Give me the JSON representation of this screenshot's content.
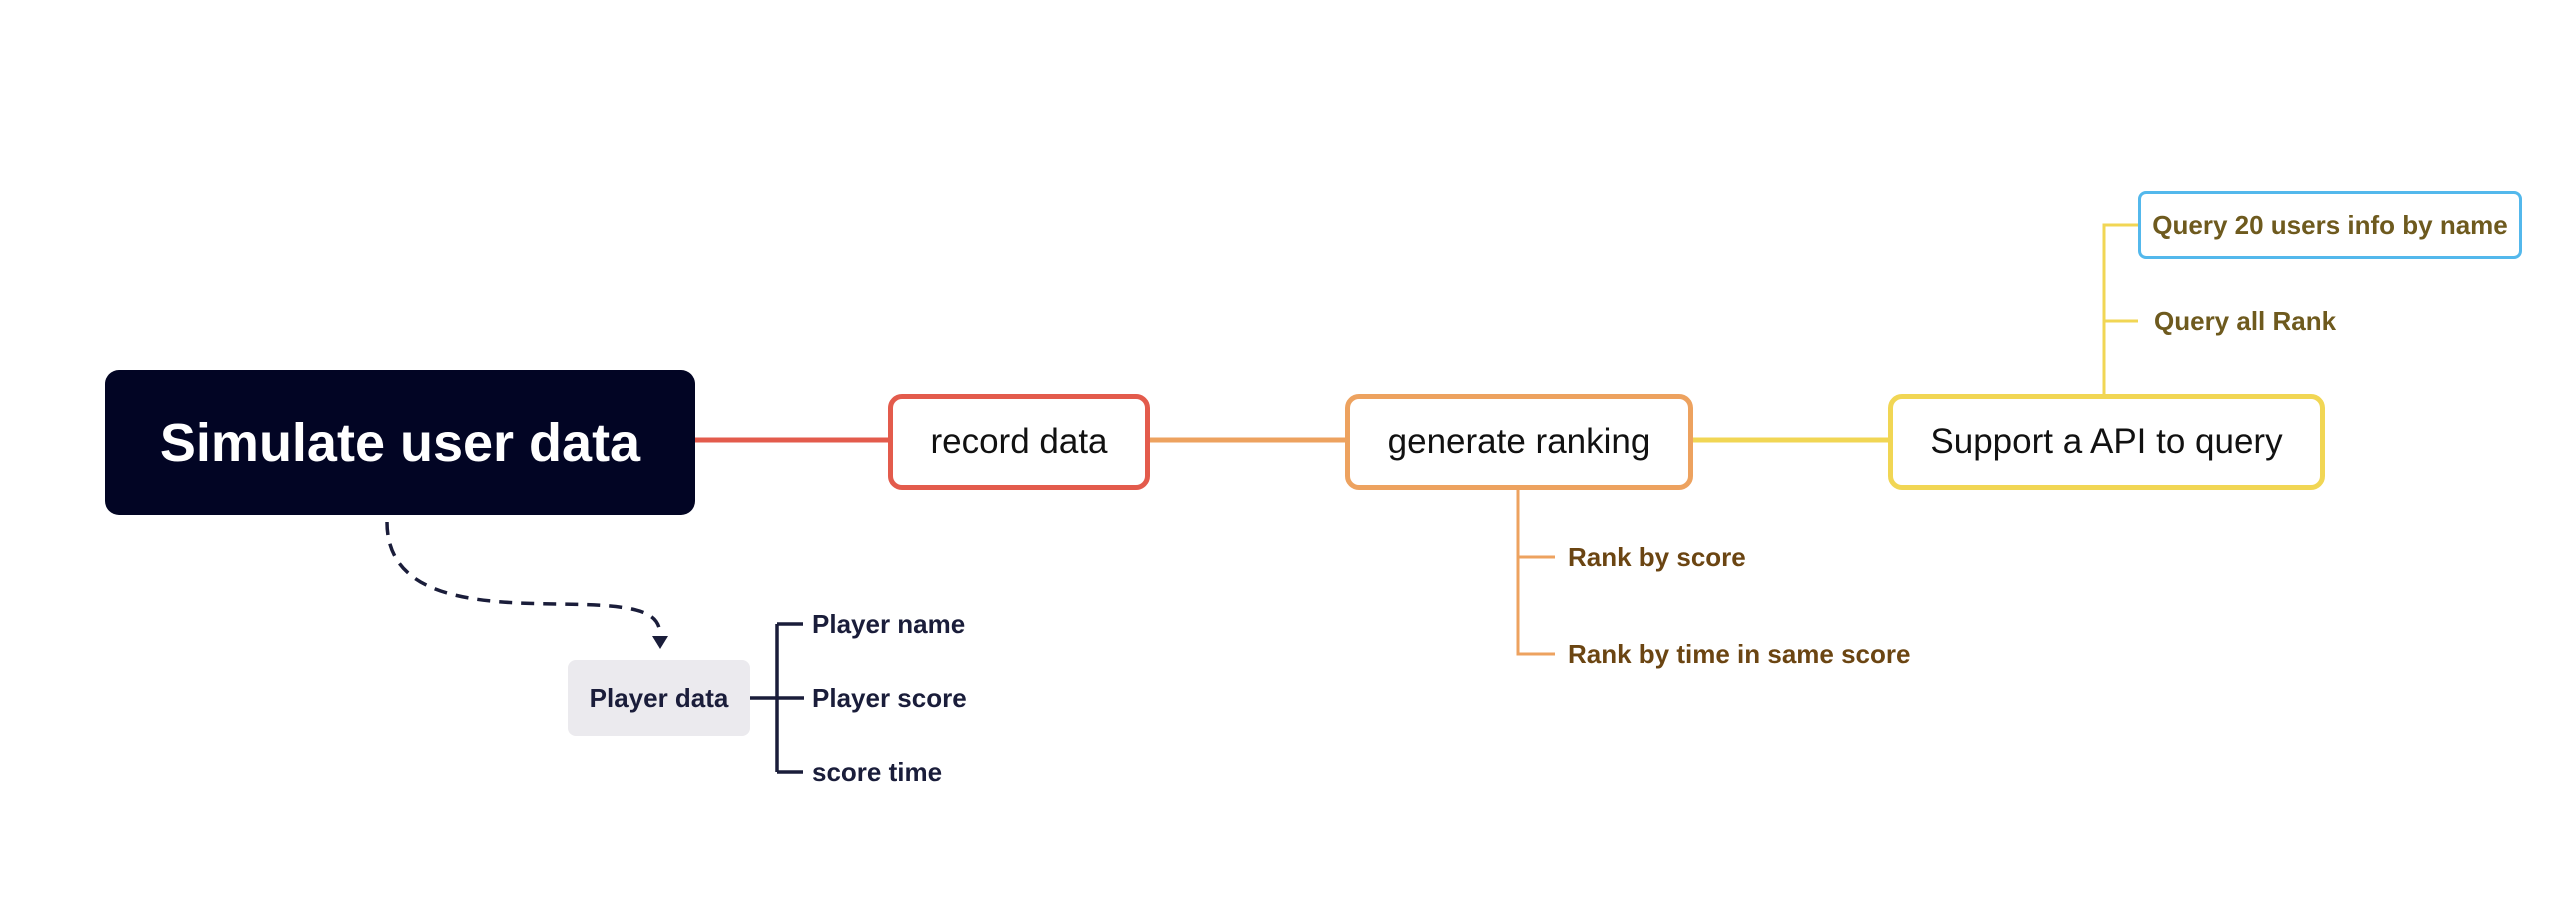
{
  "diagram": {
    "root": {
      "label": "Simulate user data"
    },
    "nodes": {
      "record": {
        "label": "record data"
      },
      "generate": {
        "label": "generate ranking"
      },
      "support": {
        "label": "Support a API to query"
      }
    },
    "support_children": [
      {
        "label": "Query 20 users info by name"
      },
      {
        "label": "Query all Rank"
      }
    ],
    "ranking_children": [
      {
        "label": "Rank by score"
      },
      {
        "label": "Rank by time in same score"
      }
    ],
    "player_data": {
      "label": "Player data",
      "fields": [
        {
          "label": "Player name"
        },
        {
          "label": "Player score"
        },
        {
          "label": "score time"
        }
      ]
    }
  },
  "colors": {
    "root_fill": "#020524",
    "record_branch": "#e35b4c",
    "generate_branch": "#eda25f",
    "support_branch": "#f1d654",
    "highlight_border": "#53b8ec",
    "player_data_fill": "#ebeaee",
    "dashed_link": "#1a1d3a"
  }
}
